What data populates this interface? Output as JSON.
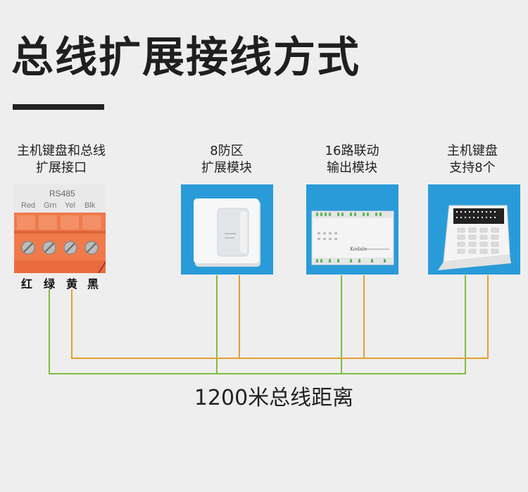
{
  "title": "总线扩展接线方式",
  "devices": [
    {
      "caption_line1": "主机键盘和总线",
      "caption_line2": "扩展接口"
    },
    {
      "caption_line1": "8防区",
      "caption_line2": "扩展模块"
    },
    {
      "caption_line1": "16路联动",
      "caption_line2": "输出模块"
    },
    {
      "caption_line1": "主机键盘",
      "caption_line2": "支持8个"
    }
  ],
  "terminal": {
    "header": "RS485",
    "pins": [
      "Red",
      "Grn",
      "Yel",
      "Blk"
    ]
  },
  "wire_labels": [
    "红",
    "绿",
    "黄",
    "黑"
  ],
  "module_brand": "Kodale",
  "distance_label": "1200米总线距离",
  "colors": {
    "background": "#eeeeee",
    "panel_blue": "#2a9bd9",
    "wire_green": "#7bbf3f",
    "wire_yellow": "#e0a030",
    "terminal_orange": "#f07a4a"
  }
}
